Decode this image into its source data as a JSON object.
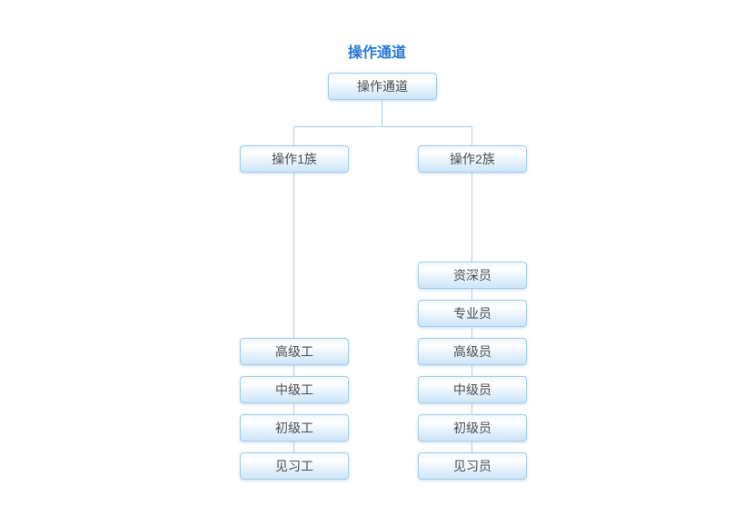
{
  "heading": "操作通道",
  "chart": {
    "root": {
      "label": "操作通道"
    },
    "groups": [
      {
        "label": "操作1族",
        "levels": [
          "高级工",
          "中级工",
          "初级工",
          "见习工"
        ]
      },
      {
        "label": "操作2族",
        "levels": [
          "资深员",
          "专业员",
          "高级员",
          "中级员",
          "初级员",
          "见习员"
        ]
      }
    ]
  },
  "colors": {
    "title_blue": "#2878d8",
    "node_border": "#a6cdec",
    "node_fill_bottom": "#cde5f7",
    "connector_line": "#aacdea",
    "node_text": "#4d4d4d",
    "background": "#ffffff"
  }
}
